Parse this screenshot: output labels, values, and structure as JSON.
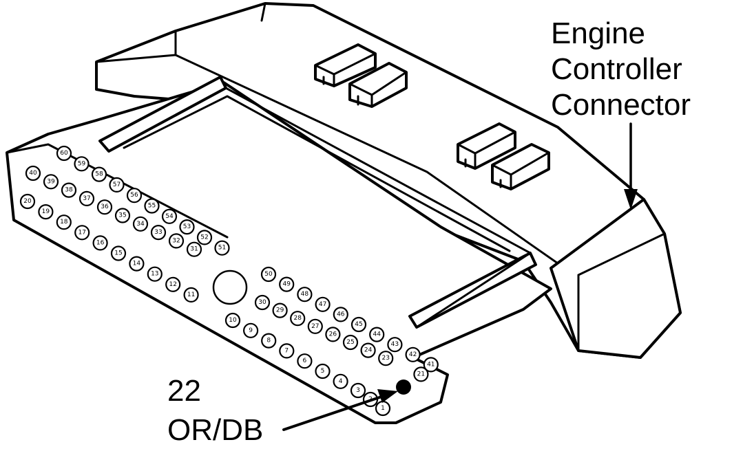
{
  "labels": {
    "title_line1": "Engine",
    "title_line2": "Controller",
    "title_line3": "Connector",
    "pin_callout_number": "22",
    "pin_callout_color": "OR/DB"
  },
  "pins": {
    "row_a": [
      "60",
      "59",
      "58",
      "57",
      "56",
      "55",
      "54",
      "53",
      "52",
      "51"
    ],
    "row_b": [
      "40",
      "39",
      "38",
      "37",
      "36",
      "35",
      "34",
      "33",
      "32",
      "31"
    ],
    "row_c": [
      "20",
      "19",
      "18",
      "17",
      "16",
      "15",
      "14",
      "13",
      "12",
      "11"
    ],
    "row_d": [
      "50",
      "49",
      "48",
      "47",
      "46",
      "45",
      "44",
      "43",
      "42",
      "41"
    ],
    "row_e": [
      "30",
      "29",
      "28",
      "27",
      "26",
      "25",
      "24",
      "23",
      "22",
      "21"
    ],
    "row_f": [
      "10",
      "9",
      "8",
      "7",
      "6",
      "5",
      "4",
      "3",
      "2",
      "1"
    ]
  },
  "highlight": {
    "pin": "22",
    "color": "#000000"
  }
}
